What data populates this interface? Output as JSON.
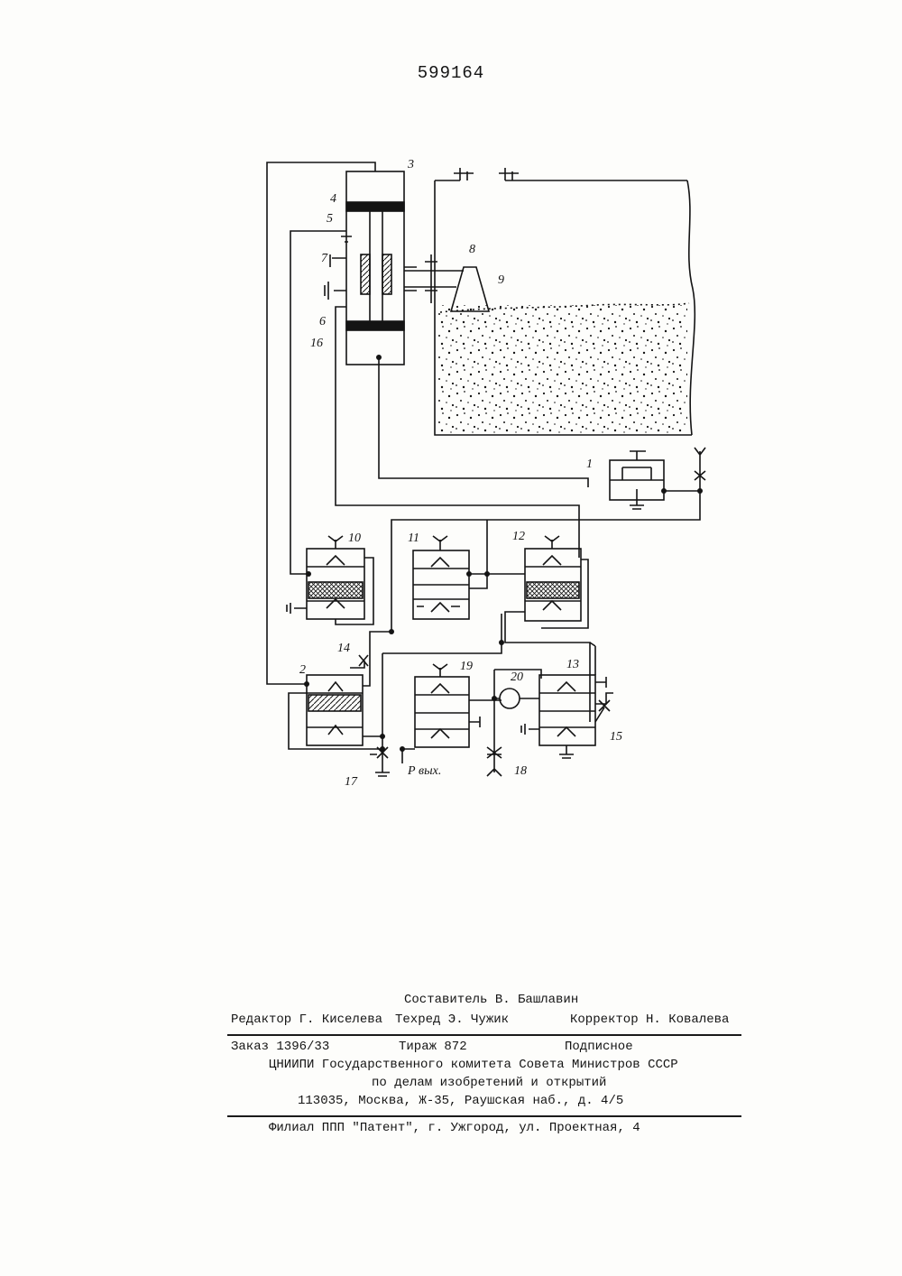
{
  "header": {
    "patent_number": "599164"
  },
  "figure": {
    "labels": {
      "l1": "1",
      "l2": "2",
      "l3": "3",
      "l4": "4",
      "l5": "5",
      "l6": "6",
      "l7": "7",
      "l8": "8",
      "l9": "9",
      "l10": "10",
      "l11": "11",
      "l12": "12",
      "l13": "13",
      "l14": "14",
      "l15": "15",
      "l16": "16",
      "l17": "17",
      "l18": "18",
      "l19": "19",
      "l20": "20",
      "p_out": "Р вых."
    }
  },
  "imprint": {
    "composer": "Составитель В. Башлавин",
    "editor": "Редактор Г. Киселева",
    "techred": "Техред Э. Чужик",
    "corrector": "Корректор Н. Ковалева",
    "order": "Заказ 1396/33",
    "circulation": "Тираж 872",
    "subscription": "Подписное",
    "institute": "ЦНИИПИ Государственного комитета Совета Министров СССР",
    "affairs": "по делам изобретений и открытий",
    "address": "113035, Москва, Ж-35, Раушская наб., д. 4/5",
    "branch": "Филиал ППП \"Патент\", г. Ужгород, ул. Проектная, 4"
  }
}
